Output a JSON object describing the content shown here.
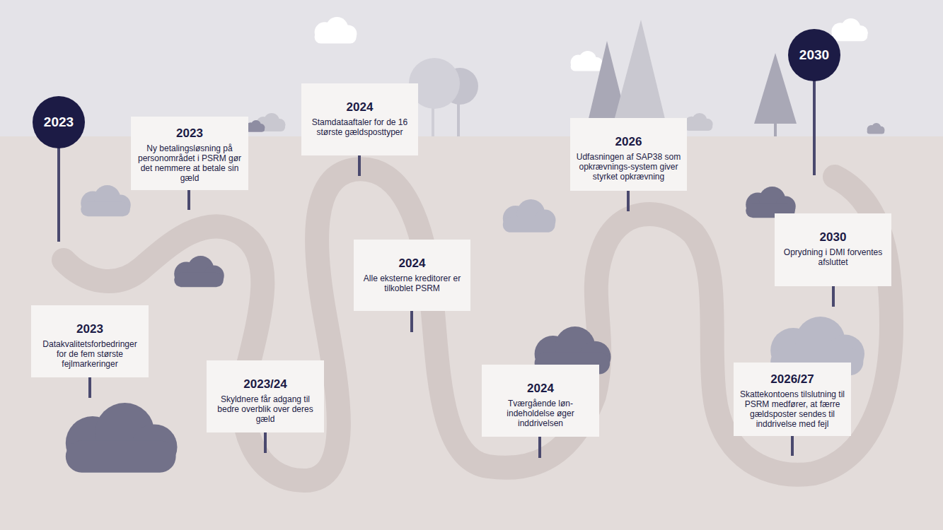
{
  "diagram": {
    "nodes": [
      {
        "text": [
          "2023"
        ]
      },
      {
        "text": [
          "2023",
          "Ny betalingsløsning på personområdet i PSRM gør det nemmere at betale sin gæld"
        ]
      },
      {
        "text": [
          "2023",
          "Datakvalitetsforbedringer for de fem største fejlmarkeringer"
        ]
      },
      {
        "text": [
          "2023/24",
          "Skyldnere får adgang til bedre overblik over deres gæld"
        ]
      },
      {
        "text": [
          "2024",
          "Stamdataaftaler for de 16 største gældsposttyper"
        ]
      },
      {
        "text": [
          "2024",
          "Alle eksterne kreditorer er tilkoblet PSRM"
        ]
      },
      {
        "text": [
          "2024",
          "Tværgående løn-indeholdelse øger inddrivelsen"
        ]
      },
      {
        "text": [
          "2026",
          "Udfasningen af SAP38 som opkrævnings-system giver styrket opkrævning"
        ]
      },
      {
        "text": [
          "2030"
        ]
      },
      {
        "text": [
          "2030",
          "Oprydning i DMI forventes afsluttet"
        ]
      },
      {
        "text": [
          "2026/27",
          "Skattekontoens tilslutning til PSRM medfører, at færre gældsposter sendes til inddrivelse med fejl"
        ]
      }
    ]
  }
}
